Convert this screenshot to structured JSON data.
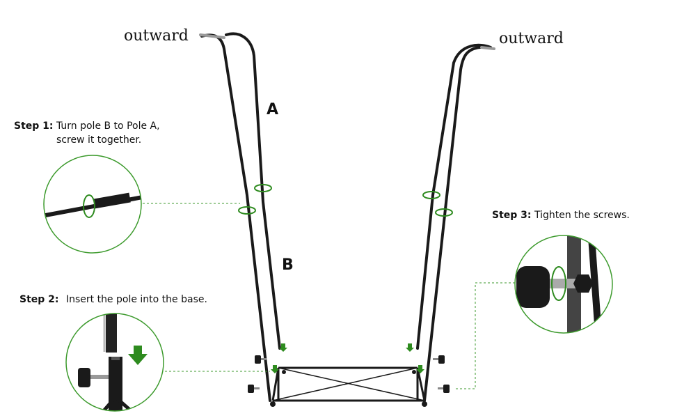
{
  "labels": {
    "outward_left": "outward",
    "outward_right": "outward",
    "pole_a": "A",
    "pole_b": "B"
  },
  "steps": [
    {
      "number": "Step 1:",
      "text_line1": "Turn pole B to Pole A,",
      "text_line2": "screw it together."
    },
    {
      "number": "Step 2:",
      "text": "Insert the pole into the base."
    },
    {
      "number": "Step 3:",
      "text": "Tighten the screws."
    }
  ],
  "colors": {
    "accent_green": "#2e8b1f",
    "pole": "#1a1a1a",
    "callout_ring": "#3c9a2c"
  },
  "icons": [
    "rotation-arrow-icon",
    "down-arrow-icon",
    "knob-screw-icon"
  ]
}
